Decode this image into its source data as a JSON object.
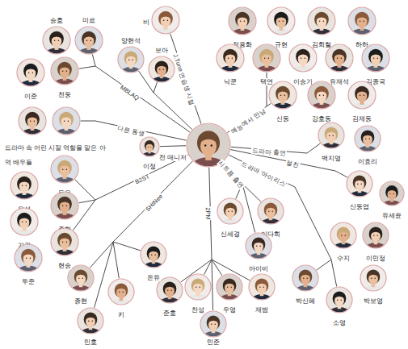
{
  "diagram": {
    "nodes": [
      {
        "text": [
          "승호"
        ]
      },
      {
        "text": [
          "미르"
        ]
      },
      {
        "text": [
          "이준"
        ]
      },
      {
        "text": [
          "천둥"
        ]
      },
      {
        "text": [
          "비"
        ]
      },
      {
        "text": [
          "이정"
        ]
      },
      {
        "text": [
          "양현석"
        ]
      },
      {
        "text": [
          "보아"
        ]
      },
      {
        "text": [
          "정용화"
        ]
      },
      {
        "text": [
          "규현"
        ]
      },
      {
        "text": [
          "김희철"
        ]
      },
      {
        "text": [
          "하하"
        ]
      },
      {
        "text": [
          "닉쿤"
        ]
      },
      {
        "text": [
          "택연"
        ]
      },
      {
        "text": [
          "이승기"
        ]
      },
      {
        "text": [
          "유재석"
        ]
      },
      {
        "text": [
          "김종국"
        ]
      },
      {
        "text": [
          "신동"
        ]
      },
      {
        "text": [
          "강호동"
        ]
      },
      {
        "text": [
          "김제동"
        ]
      },
      {
        "text": [
          "백지영"
        ]
      },
      {
        "text": [
          "이효리"
        ]
      },
      {
        "text": [
          "신동엽"
        ]
      },
      {
        "text": [
          "유세윤"
        ]
      },
      {
        "text": [
          "신세경"
        ]
      },
      {
        "text": [
          "이다희"
        ]
      },
      {
        "text": [
          "아이비"
        ]
      },
      {
        "text": [
          "수지"
        ]
      },
      {
        "text": [
          "이민정"
        ]
      },
      {
        "text": [
          "박보영"
        ]
      },
      {
        "text": [
          "소영"
        ]
      },
      {
        "text": [
          "박신혜"
        ]
      },
      {
        "text": [
          "재범"
        ]
      },
      {
        "text": [
          "우영"
        ]
      },
      {
        "text": [
          "찬성"
        ]
      },
      {
        "text": [
          "준호"
        ]
      },
      {
        "text": [
          "민준"
        ]
      },
      {
        "text": [
          "온유"
        ]
      },
      {
        "text": [
          "종현"
        ]
      },
      {
        "text": [
          "키"
        ]
      },
      {
        "text": [
          "민호"
        ]
      },
      {
        "text": [
          "동운"
        ]
      },
      {
        "text": [
          "요섭"
        ]
      },
      {
        "text": [
          "준형"
        ]
      },
      {
        "text": [
          "기광"
        ]
      },
      {
        "text": [
          "현승"
        ]
      },
      {
        "text": [
          "두준"
        ]
      }
    ],
    "labels": [
      "MBLAQ",
      "다른 동생",
      "J.Tune 연습생 시절",
      "전 매니저",
      "예능에서 만남",
      "드라마 출연",
      "절친",
      "시트콤 출연",
      "드라마 '아이리스'",
      "2PM",
      "SHINee",
      "B2ST",
      "드라마 속 어린 시절 역할을 맡은 아역 배우들"
    ]
  }
}
